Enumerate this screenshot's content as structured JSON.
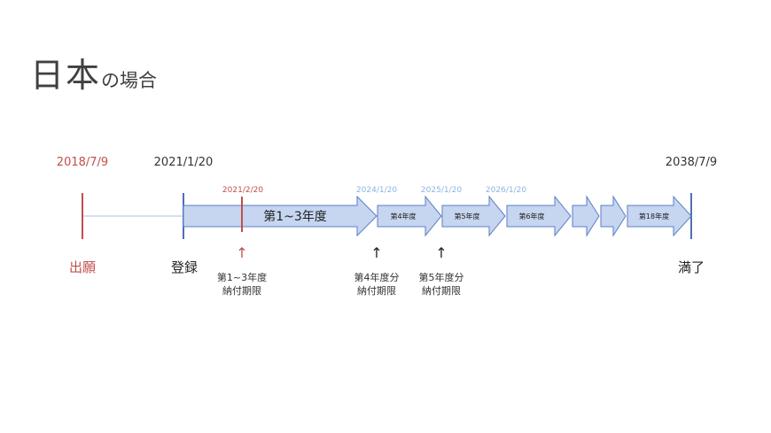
{
  "title": {
    "main": "日本",
    "suffix": "の場合"
  },
  "colors": {
    "red": "#c0504d",
    "dark": "#333333",
    "label": "#404040",
    "light_blue": "#8db3e2",
    "arrow_fill": "#c6d5f0",
    "arrow_stroke": "#5b7fc4",
    "marker_blue": "#4f6fb5",
    "line": "#c9d6ea"
  },
  "dates": {
    "filing": "2018/7/9",
    "registration": "2021/1/20",
    "deadline1": "2021/2/20",
    "y4": "2024/1/20",
    "y5": "2025/1/20",
    "y6": "2026/1/20",
    "expiry": "2038/7/9"
  },
  "events": {
    "filing": "出願",
    "registration": "登録",
    "expiry": "満了"
  },
  "arrows": {
    "first": "第1~3年度",
    "y4": "第4年度",
    "y5": "第5年度",
    "y6": "第6年度",
    "y18": "第18年度"
  },
  "notes": {
    "n1_line1": "第1~3年度",
    "n1_line2": "納付期限",
    "n2_line1": "第4年度分",
    "n2_line2": "納付期限",
    "n3_line1": "第5年度分",
    "n3_line2": "納付期限",
    "up_arrow": "↑"
  }
}
